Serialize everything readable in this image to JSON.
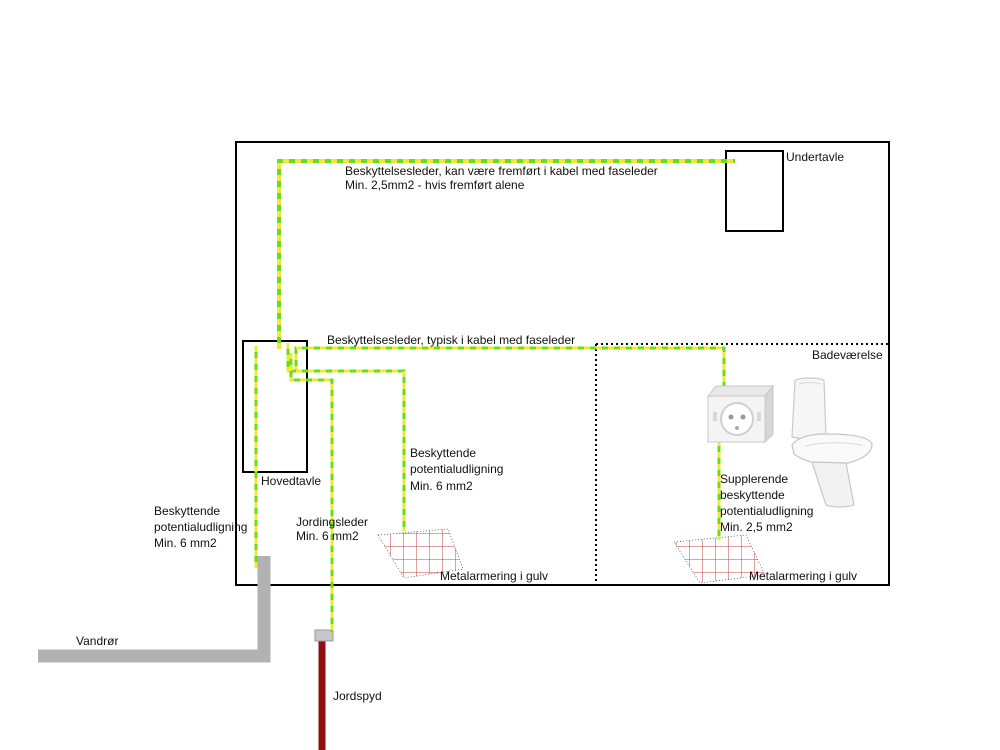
{
  "labels": {
    "undertavle": "Undertavle",
    "protective_conductor_top_line1": "Beskyttelsesleder, kan være fremført i kabel med faseleder",
    "protective_conductor_top_line2": "Min. 2,5mm2 - hvis fremført alene",
    "protective_conductor_mid": "Beskyttelsesleder, typisk i kabel med faseleder",
    "badevaerelse": "Badeværelse",
    "hovedtavle": "Hovedtavle",
    "equip_left_line1": "Beskyttende",
    "equip_left_line2": "potentialudligning",
    "equip_left_line3": "Min. 6 mm2",
    "equip_center_line1": "Beskyttende",
    "equip_center_line2": "potentialudligning",
    "equip_center_line3": "Min. 6 mm2",
    "earthing_line1": "Jordingsleder",
    "earthing_line2": "Min. 6 mm2",
    "supp_line1": "Supplerende",
    "supp_line2": "beskyttende",
    "supp_line3": "potentialudligning",
    "supp_line4": "Min. 2,5 mm2",
    "rebar_left": "Metalarmering i gulv",
    "rebar_right": "Metalarmering i gulv",
    "water_pipe": "Vandrør",
    "ground_rod": "Jordspyd"
  },
  "colors": {
    "conductor_green": "#66dd22",
    "conductor_yellow": "#f2e832",
    "pipe_gray": "#b2b2b2",
    "ground_rod": "#8c1010",
    "grid_red": "#c84040"
  }
}
